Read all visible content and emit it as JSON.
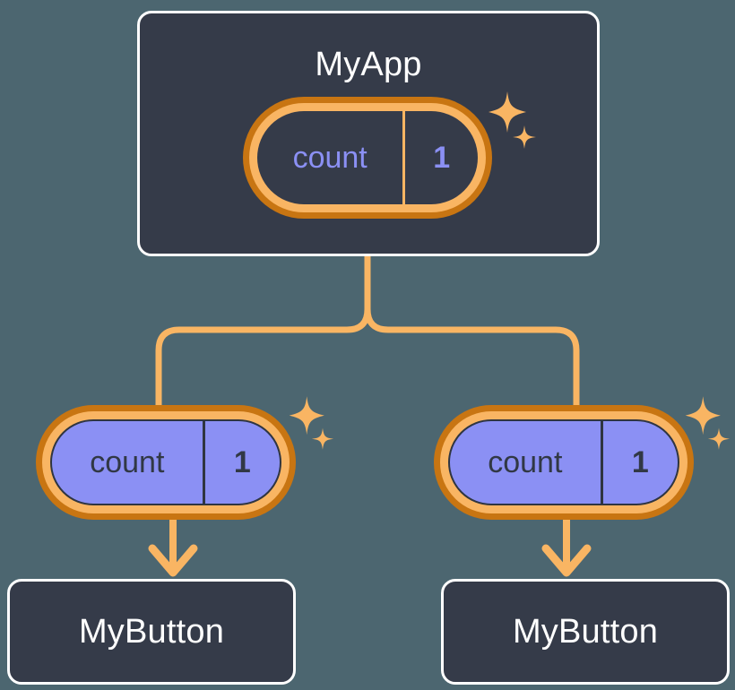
{
  "theme": {
    "background": "#4c6670",
    "card_bg": "#353b49",
    "card_border": "#ffffff",
    "capsule_outer_ring": "#c87512",
    "capsule_inner_ring": "#f9b563",
    "capsule_fill_purple": "#8b90f4",
    "accent_orange": "#f9b563",
    "text_light": "#ffffff",
    "text_dark": "#313845",
    "text_purple": "#8b90f4"
  },
  "diagram": {
    "type": "component-tree",
    "root": {
      "title": "MyApp",
      "state": {
        "key": "count",
        "value": "1"
      },
      "sparkle": "sparkle-icon"
    },
    "branches": [
      {
        "state": {
          "key": "count",
          "value": "1"
        },
        "sparkle": "sparkle-icon",
        "child": {
          "title": "MyButton"
        }
      },
      {
        "state": {
          "key": "count",
          "value": "1"
        },
        "sparkle": "sparkle-icon",
        "child": {
          "title": "MyButton"
        }
      }
    ]
  }
}
